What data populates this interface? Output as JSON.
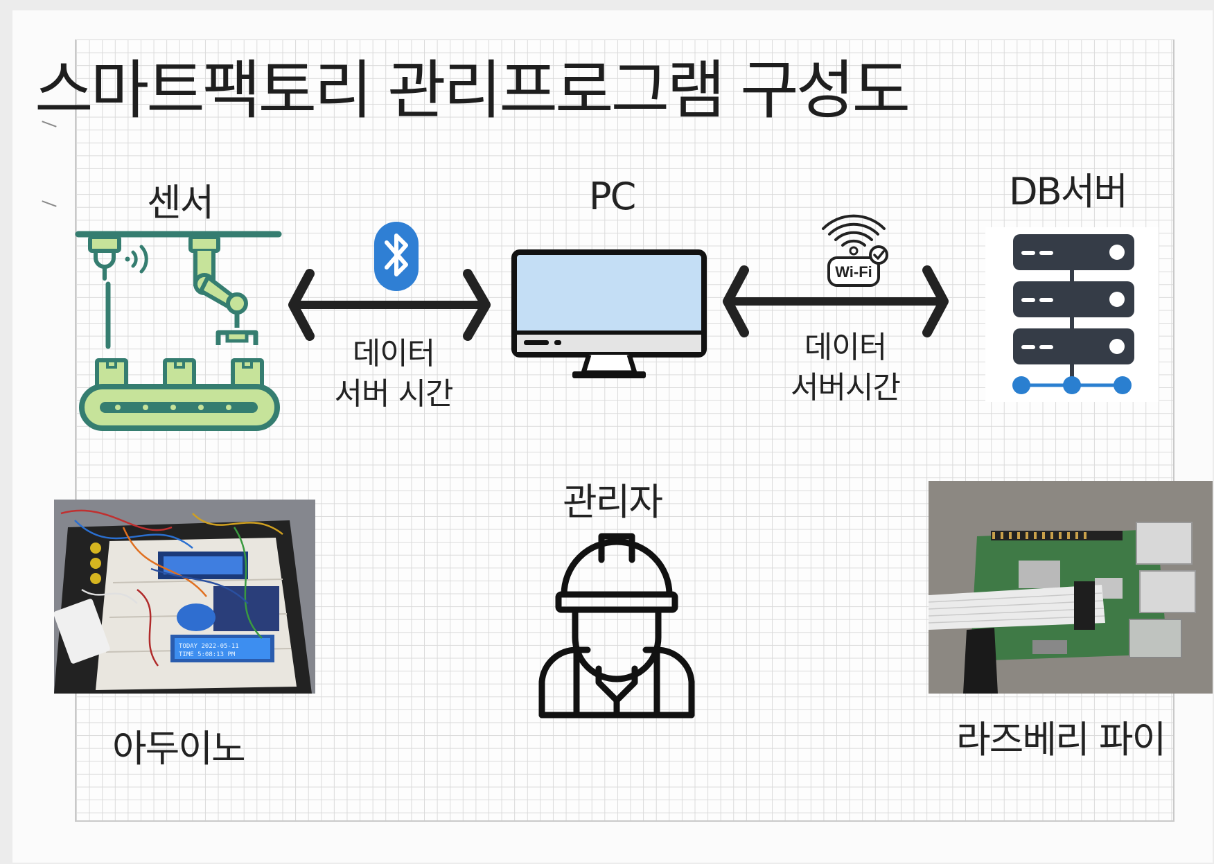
{
  "title": "스마트팩토리 관리프로그램 구성도",
  "nodes": {
    "sensor": "센서",
    "pc": "PC",
    "db_server": "DB서버",
    "admin": "관리자",
    "arduino": "아두이노",
    "raspberry_pi": "라즈베리 파이"
  },
  "links": {
    "sensor_pc": {
      "protocol_icon": "bluetooth-icon",
      "line1": "데이터",
      "line2": "서버 시간"
    },
    "pc_db": {
      "protocol_icon": "wifi-icon",
      "badge": "Wi-Fi",
      "line1": "데이터",
      "line2": "서버시간"
    }
  },
  "lcd": {
    "line1": "TODAY  2022-05-11",
    "line2": "TIME   5:08:13 PM"
  },
  "colors": {
    "factory_teal": "#357d70",
    "factory_light": "#c6e39a",
    "bluetooth_blue": "#2f7fd4",
    "monitor_screen": "#c4def5",
    "server_dark": "#353c47",
    "server_blue": "#2a7fd0"
  }
}
